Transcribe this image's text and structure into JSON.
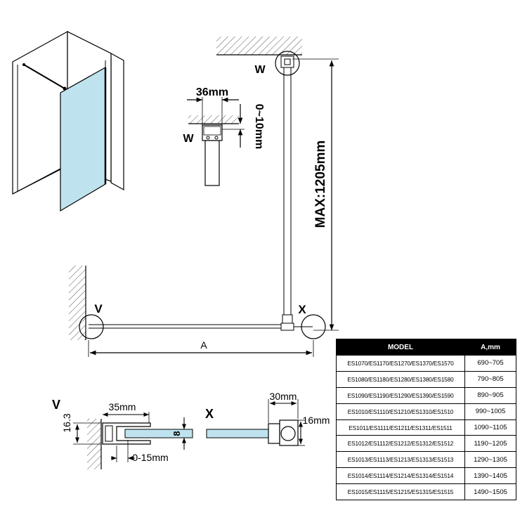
{
  "labels": {
    "w": "W",
    "v": "V",
    "x": "X",
    "a": "A"
  },
  "dimensions": {
    "bracket_width": "36mm",
    "bracket_gap": "0~10mm",
    "max_length": "MAX:1205mm",
    "profile_height": "16.3",
    "profile_width": "35mm",
    "adjust_range": "0-15mm",
    "glass_thickness": "8",
    "clamp_width": "30mm",
    "clamp_height": "16mm"
  },
  "spec_table": {
    "headers": [
      "MODEL",
      "A,mm"
    ],
    "rows": [
      {
        "model": "ES1070/ES1170/ES1270/ES1370/ES1570",
        "range": "690~705"
      },
      {
        "model": "ES1080/ES1180/ES1280/ES1380/ES1580",
        "range": "790~805"
      },
      {
        "model": "ES1090/ES1190/ES1290/ES1390/ES1590",
        "range": "890~905"
      },
      {
        "model": "ES1010/ES1110/ES1210/ES1310/ES1510",
        "range": "990~1005"
      },
      {
        "model": "ES1011/ES1111/ES1211/ES1311/ES1511",
        "range": "1090~1105"
      },
      {
        "model": "ES1012/ES1112/ES1212/ES1312/ES1512",
        "range": "1190~1205"
      },
      {
        "model": "ES1013/ES1113/ES1213/ES1313/ES1513",
        "range": "1290~1305"
      },
      {
        "model": "ES1014/ES1114/ES1214/ES1314/ES1514",
        "range": "1390~1405"
      },
      {
        "model": "ES1015/ES1115/ES1215/ES1315/ES1515",
        "range": "1490~1505"
      }
    ]
  },
  "colors": {
    "glass": "#bfe3ee",
    "line": "#000000",
    "background": "#ffffff"
  }
}
